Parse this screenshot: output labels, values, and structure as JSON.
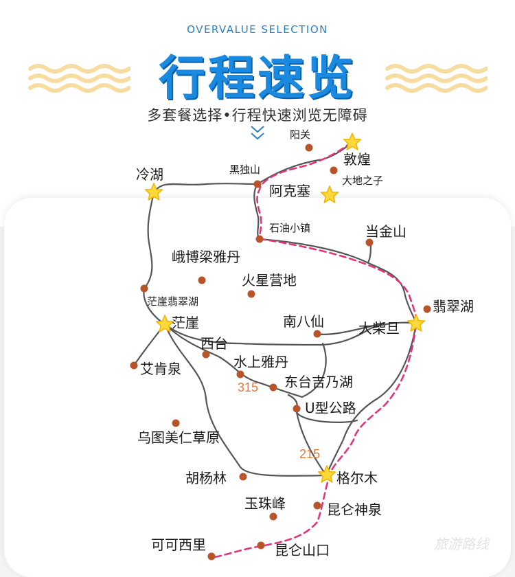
{
  "header": {
    "subtitle_en": "OVERVALUE SELECTION",
    "title": "行程速览",
    "tagline": "多套餐选择•行程快速浏览无障碍"
  },
  "colors": {
    "title_blue": "#1a8ae0",
    "route_pink": "#e0357a",
    "road_gray": "#555555",
    "dot_brown": "#b8542a",
    "star_yellow": "#ffd83a",
    "wave_yellow": "#f6dca0",
    "road_number_orange": "#e07b39"
  },
  "icons": {
    "star": "star-icon",
    "dot": "location-dot",
    "chevron": "double-chevron-down-icon",
    "wave": "wave-decoration"
  },
  "places": {
    "yangguan": "阳关",
    "dunhuang": "敦煌",
    "heidushan": "黑独山",
    "dadizhizi": "大地之子",
    "lenghu": "冷湖",
    "akesai": "阿克塞",
    "shiyouxiaozhen": "石油小镇",
    "dangjinshan": "当金山",
    "ebo": "峨博梁雅丹",
    "huoxing": "火星营地",
    "mangyafeicui": "茫崖翡翠湖",
    "feicuihu": "翡翠湖",
    "mangya": "茫崖",
    "nanbaxian": "南八仙",
    "dachaidan": "大柴旦",
    "xitai": "西台",
    "aikenquan": "艾肯泉",
    "shuishang": "水上雅丹",
    "dongtai": "东台吉乃湖",
    "uxing": "U型公路",
    "wutu": "乌图美仁草原",
    "huyanglin": "胡杨林",
    "geermu": "格尔木",
    "yuzhufeng": "玉珠峰",
    "kunlunshenquan": "昆仑神泉",
    "kekexili": "可可西里",
    "kunlunshankou": "昆仑山口"
  },
  "roads": {
    "r315": "315",
    "r215": "215"
  },
  "watermark": "旅游路线"
}
